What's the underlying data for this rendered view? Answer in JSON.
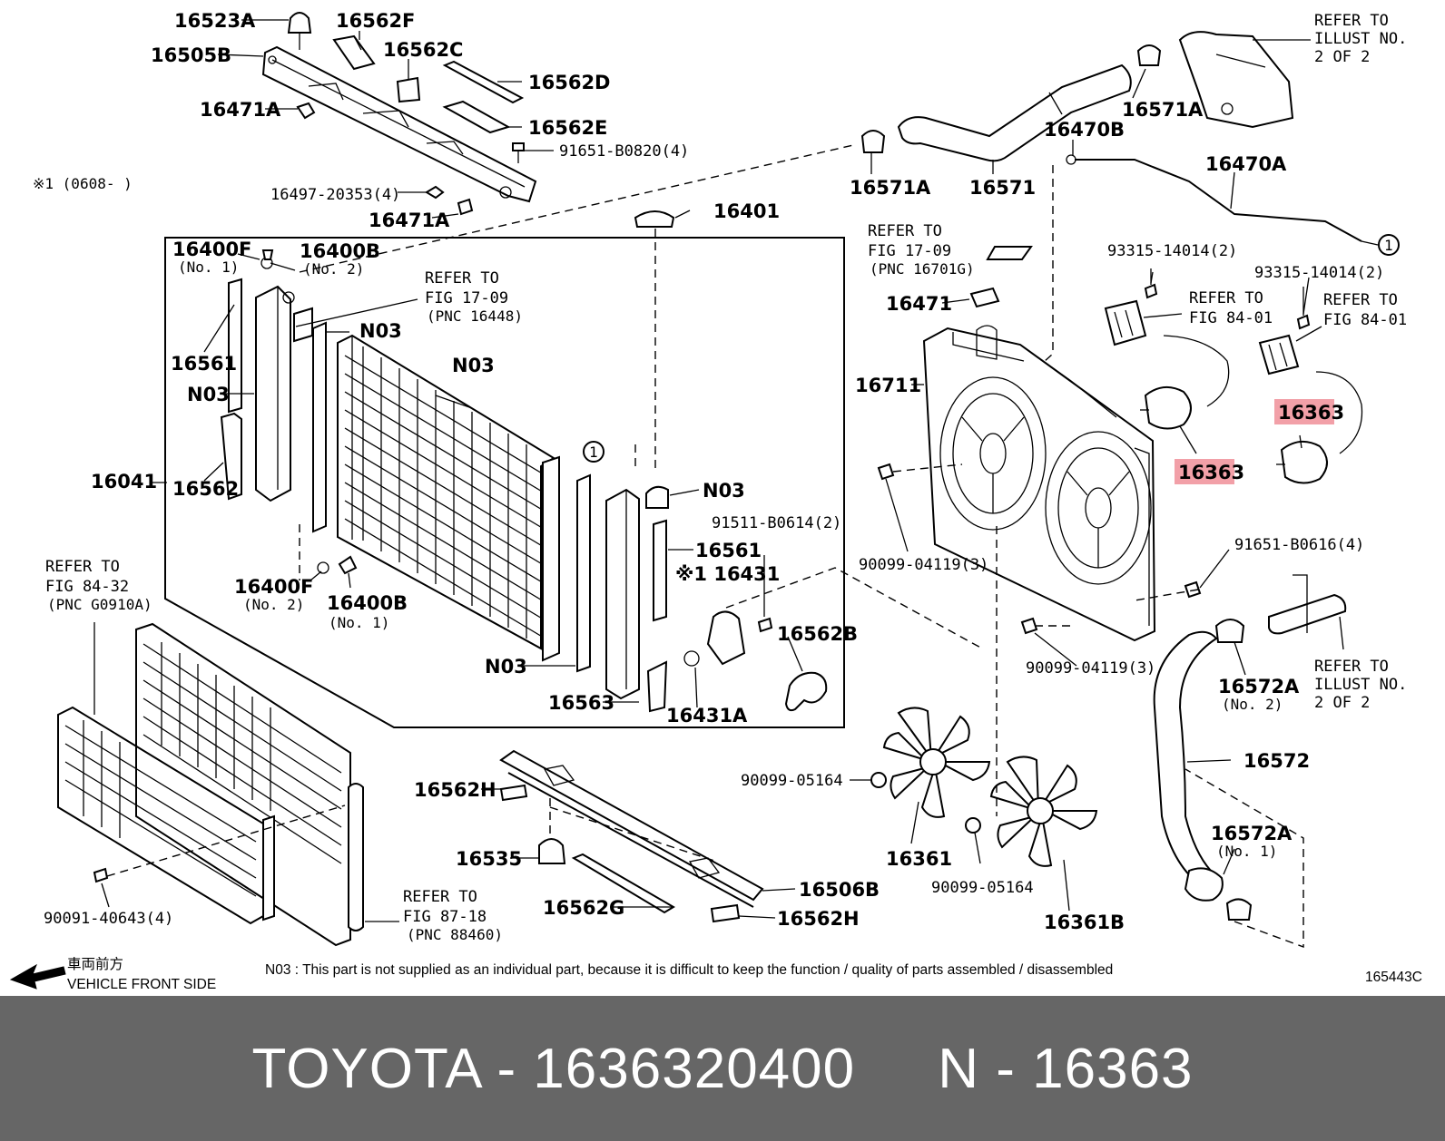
{
  "diagram": {
    "labels": {
      "p16523A": "16523A",
      "p16505B": "16505B",
      "p16562F": "16562F",
      "p16562C": "16562C",
      "p16562D": "16562D",
      "p16471A_a": "16471A",
      "p16562E": "16562E",
      "p91651B0820": "91651-B0820(4)",
      "p16497": "16497-20353(4)",
      "p16471A_b": "16471A",
      "note1": "※1 (0608-      )",
      "p16400F_a": "16400F",
      "no1_a": "(No. 1)",
      "p16400B_a": "16400B",
      "no2_a": "(No. 2)",
      "p16401": "16401",
      "ref1709a_1": "REFER TO",
      "ref1709a_2": "FIG 17-09",
      "ref1709a_3": "(PNC 16448)",
      "n03_a": "N03",
      "n03_b": "N03",
      "p16561_a": "16561",
      "n03_c": "N03",
      "p16041": "16041",
      "p16562": "16562",
      "circ1_a": "1",
      "n03_d": "N03",
      "p91511": "91511-B0614(2)",
      "p16561_b": "16561",
      "p16431": "※1 16431",
      "p16400F_b": "16400F",
      "no2_b": "(No. 2)",
      "p16400B_b": "16400B",
      "no1_b": "(No. 1)",
      "p16562B": "16562B",
      "n03_e": "N03",
      "p16563": "16563",
      "p16431A": "16431A",
      "ref8432_1": "REFER TO",
      "ref8432_2": "FIG 84-32",
      "ref8432_3": "(PNC G0910A)",
      "p90091": "90091-40643(4)",
      "ref8718_1": "REFER TO",
      "ref8718_2": "FIG 87-18",
      "ref8718_3": "(PNC 88460)",
      "p16562H_a": "16562H",
      "p16535": "16535",
      "p16562G": "16562G",
      "p16506B": "16506B",
      "p16562H_b": "16562H",
      "p16571A_a": "16571A",
      "p16571": "16571",
      "p16571A_b": "16571A",
      "p16470B": "16470B",
      "p16470A": "16470A",
      "refill_a1": "REFER TO",
      "refill_a2": "ILLUST NO.",
      "refill_a3": "2 OF 2",
      "circ1_b": "1",
      "ref1709b_1": "REFER TO",
      "ref1709b_2": "FIG 17-09",
      "ref1709b_3": "(PNC 16701G)",
      "p93315_a": "93315-14014(2)",
      "p93315_b": "93315-14014(2)",
      "p16471": "16471",
      "ref8401a_1": "REFER TO",
      "ref8401a_2": "FIG 84-01",
      "ref8401b_1": "REFER TO",
      "ref8401b_2": "FIG 84-01",
      "p16711": "16711",
      "p16363_a": "16363",
      "p16363_b": "16363",
      "p90099_04119a": "90099-04119(3)",
      "p91651B0616": "91651-B0616(4)",
      "p90099_04119b": "90099-04119(3)",
      "p16572A_a": "16572A",
      "no2_c": "(No. 2)",
      "refill_b1": "REFER TO",
      "refill_b2": "ILLUST NO.",
      "refill_b3": "2 OF 2",
      "p90099_05164a": "90099-05164",
      "p16572": "16572",
      "p16361": "16361",
      "p90099_05164b": "90099-05164",
      "p16572A_b": "16572A",
      "no1_c": "(No. 1)",
      "p16361B": "16361B",
      "front_jp": "車両前方",
      "front_en": "VEHICLE FRONT SIDE",
      "n03_note": "N03 : This part is not supplied as an individual part, because it is difficult to keep the function / quality of parts assembled / disassembled",
      "diagram_id": "165443C"
    },
    "highlight_color": "#f2a0a8"
  },
  "footer": {
    "text": "TOYOTA - 1636320400     N - 16363",
    "background": "#666666",
    "color": "#ffffff"
  }
}
